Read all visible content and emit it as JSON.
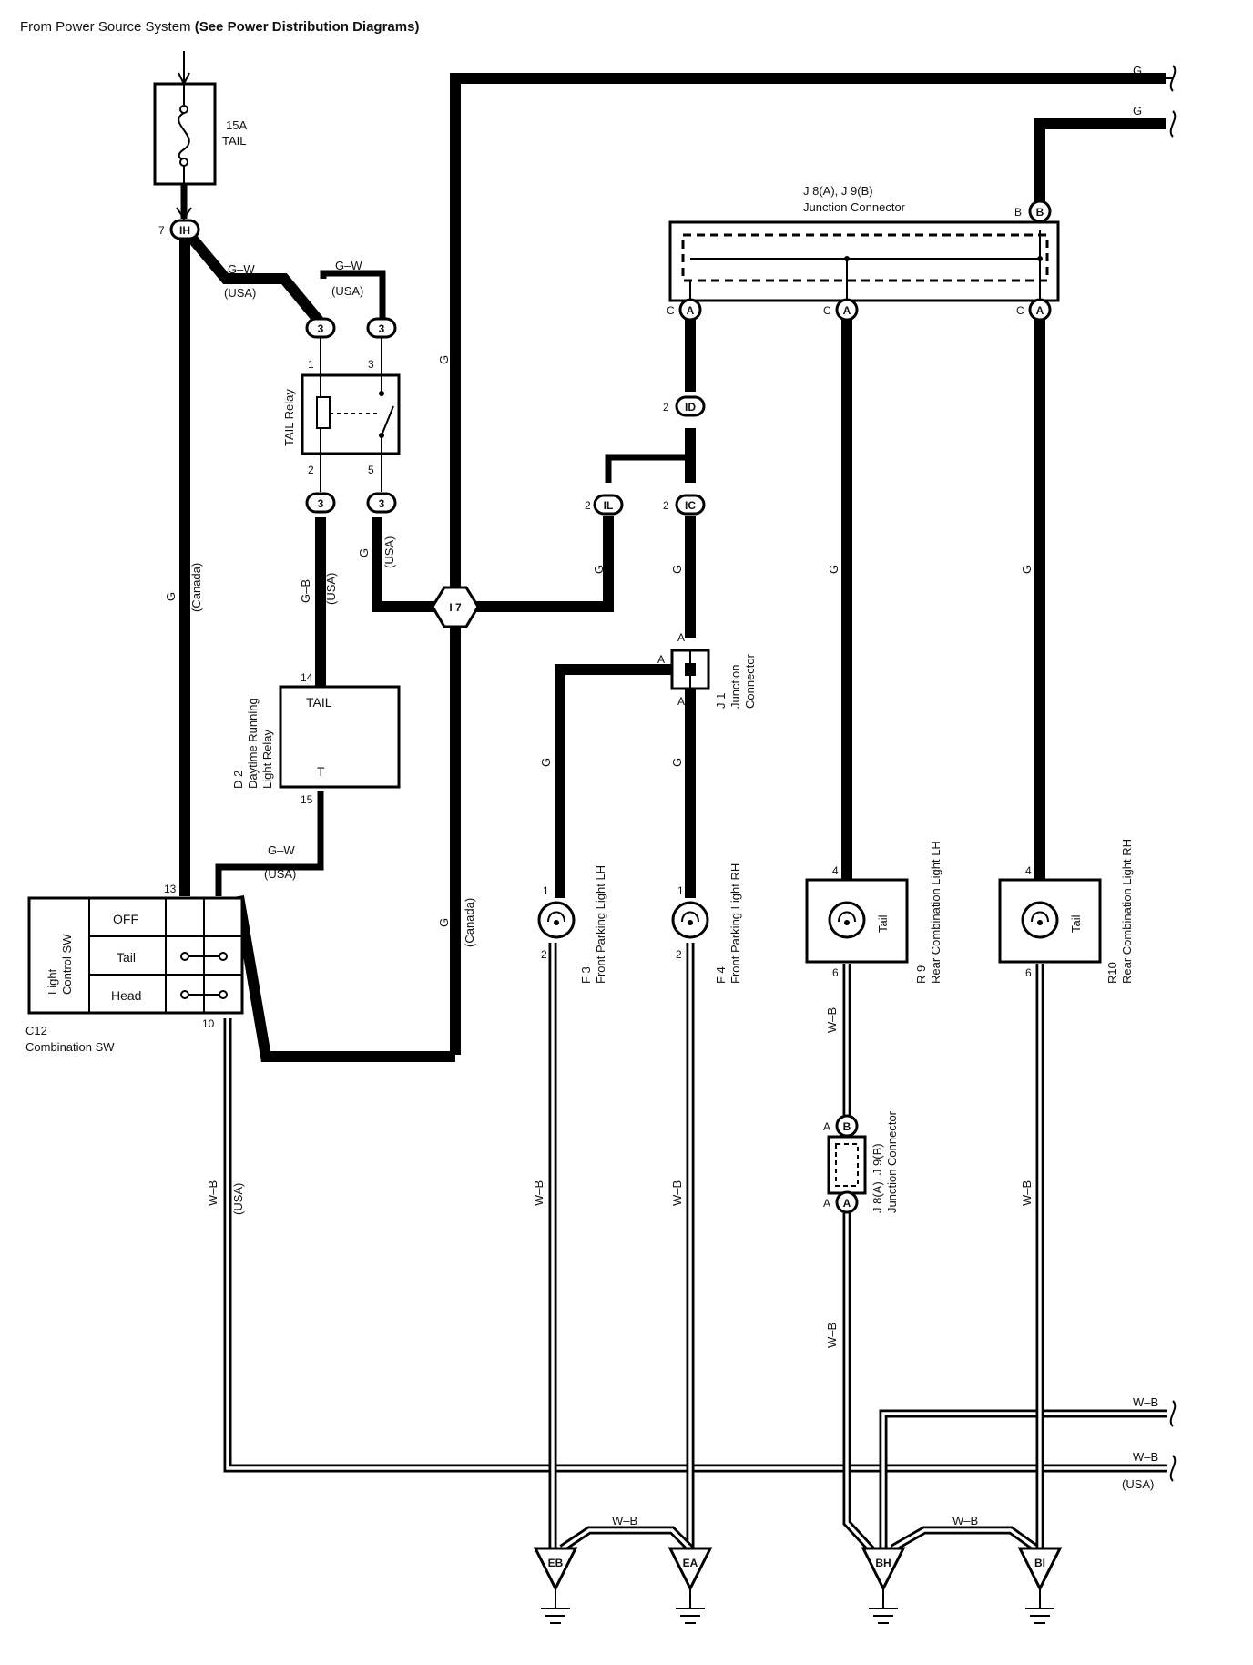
{
  "header": {
    "source_plain": "From Power Source System ",
    "source_bold": "(See Power Distribution Diagrams)"
  },
  "fuse": {
    "rating": "15A",
    "name": "TAIL"
  },
  "wires": {
    "g": "G",
    "g_w": "G–W",
    "g_b": "G–B",
    "w_b": "W–B",
    "usa": "(USA)",
    "canada": "(Canada)"
  },
  "connectors": {
    "ih": "IH",
    "id": "ID",
    "il": "IL",
    "ic": "IC",
    "i7": "I 7",
    "a": "A",
    "b": "B",
    "c": "C",
    "three": "3"
  },
  "pins": {
    "p1": "1",
    "p2": "2",
    "p3": "3",
    "p4": "4",
    "p5": "5",
    "p6": "6",
    "p7": "7",
    "p10": "10",
    "p13": "13",
    "p14": "14",
    "p15": "15"
  },
  "tail_relay": {
    "label": "TAIL Relay"
  },
  "drl_relay": {
    "code": "D 2",
    "line1": "Daytime Running",
    "line2": "Light Relay",
    "tail": "TAIL",
    "t": "T"
  },
  "junction_top": {
    "code": "J 8(A), J 9(B)",
    "name": "Junction Connector"
  },
  "junction_j1": {
    "code": "J 1",
    "line1": "Junction",
    "line2": "Connector"
  },
  "junction_mid": {
    "code": "J 8(A), J 9(B)",
    "name": "Junction Connector"
  },
  "combination_sw": {
    "code": "C12",
    "name": "Combination SW",
    "side_line1": "Light",
    "side_line2": "Control SW",
    "positions": [
      "OFF",
      "Tail",
      "Head"
    ]
  },
  "lights": {
    "f3": {
      "code": "F 3",
      "name": "Front Parking Light LH"
    },
    "f4": {
      "code": "F 4",
      "name": "Front Parking Light RH"
    },
    "r9": {
      "code": "R 9",
      "name": "Rear Combination Light LH",
      "inner": "Tail"
    },
    "r10": {
      "code": "R10",
      "name": "Rear Combination Light RH",
      "inner": "Tail"
    }
  },
  "grounds": [
    "EB",
    "EA",
    "BH",
    "BI"
  ],
  "colors": {
    "ink": "#000000",
    "paper": "#ffffff"
  }
}
